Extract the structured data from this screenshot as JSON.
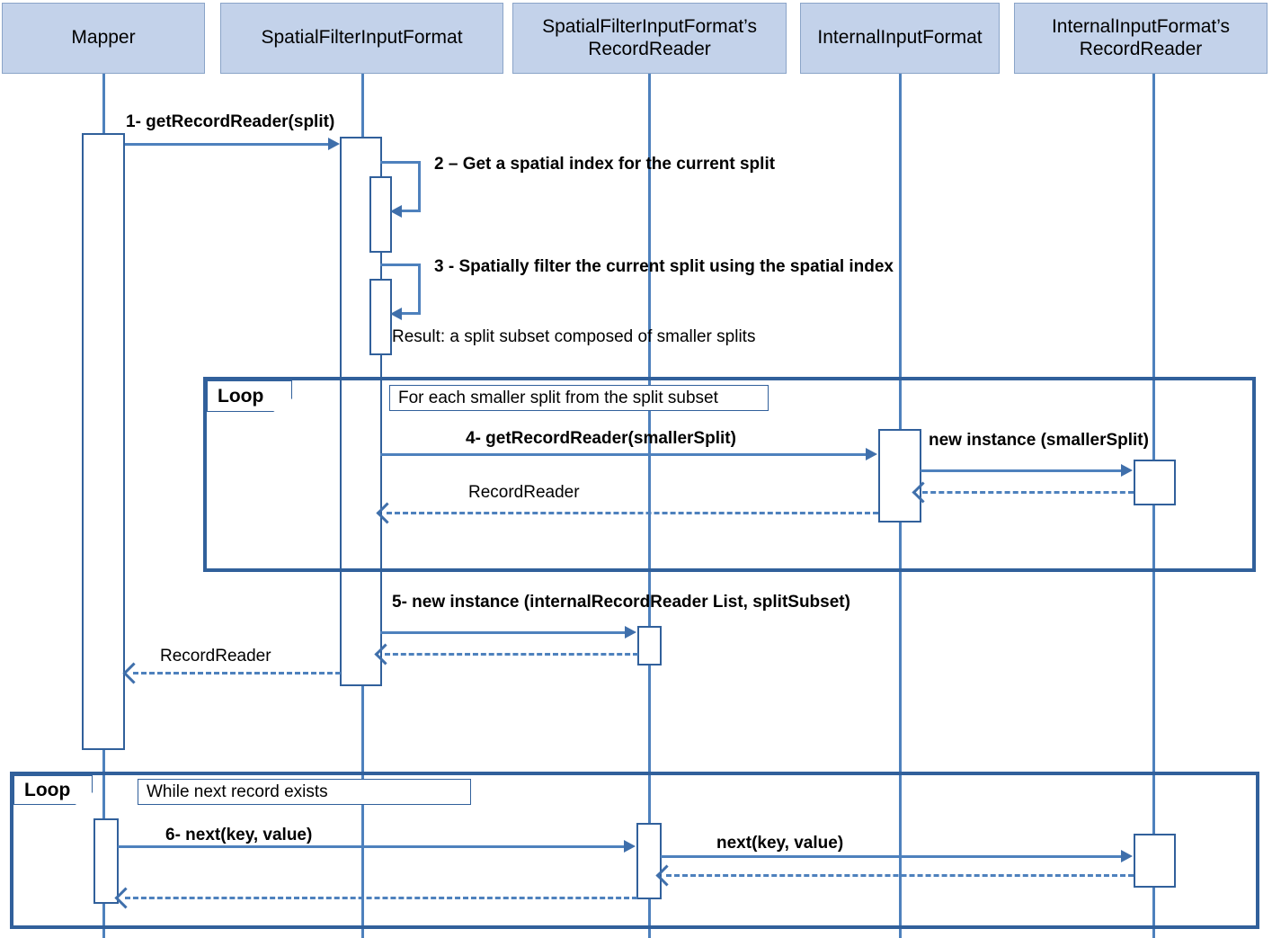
{
  "diagram": {
    "type": "uml-sequence-diagram",
    "title": "SpatialFilterInputFormat getRecordReader sequence",
    "colors": {
      "participant_fill": "#c3d2ea",
      "participant_border": "#8aa4c8",
      "line": "#4e81bd",
      "activation_border": "#31609b",
      "fragment_border": "#31609b",
      "text": "#000000"
    }
  },
  "participants": [
    {
      "id": "mapper",
      "label": "Mapper"
    },
    {
      "id": "spatial-filter-input-format",
      "label": "SpatialFilterInputFormat"
    },
    {
      "id": "spatial-filter-record-reader",
      "label": "SpatialFilterInputFormat’s RecordReader"
    },
    {
      "id": "internal-input-format",
      "label": "InternalInputFormat"
    },
    {
      "id": "internal-record-reader",
      "label": "InternalInputFormat’s RecordReader"
    }
  ],
  "messages": [
    {
      "id": "m1",
      "label": "1- getRecordReader(split)",
      "from": "mapper",
      "to": "spatial-filter-input-format",
      "kind": "call",
      "bold": true
    },
    {
      "id": "m2",
      "label": "2 – Get a spatial index for the current split",
      "from": "spatial-filter-input-format",
      "to": "spatial-filter-input-format",
      "kind": "self-call",
      "bold": true
    },
    {
      "id": "m3",
      "label": "3 - Spatially filter the current split using the spatial index",
      "from": "spatial-filter-input-format",
      "to": "spatial-filter-input-format",
      "kind": "self-call",
      "bold": true
    },
    {
      "id": "note-result",
      "label": "Result: a split subset composed of smaller splits",
      "kind": "note",
      "bold": false
    },
    {
      "id": "m4",
      "label": "4- getRecordReader(smallerSplit)",
      "from": "spatial-filter-input-format",
      "to": "internal-input-format",
      "kind": "call",
      "bold": true
    },
    {
      "id": "m4b",
      "label": "new instance (smallerSplit)",
      "from": "internal-input-format",
      "to": "internal-record-reader",
      "kind": "call",
      "bold": true
    },
    {
      "id": "m4r2",
      "label": "",
      "from": "internal-record-reader",
      "to": "internal-input-format",
      "kind": "return",
      "bold": false
    },
    {
      "id": "m4r",
      "label": "RecordReader",
      "from": "internal-input-format",
      "to": "spatial-filter-input-format",
      "kind": "return",
      "bold": false
    },
    {
      "id": "m5",
      "label": "5- new instance (internalRecordReader List, splitSubset)",
      "from": "spatial-filter-input-format",
      "to": "spatial-filter-record-reader",
      "kind": "call",
      "bold": true
    },
    {
      "id": "m5r",
      "label": "",
      "from": "spatial-filter-record-reader",
      "to": "spatial-filter-input-format",
      "kind": "return",
      "bold": false
    },
    {
      "id": "m1r",
      "label": "RecordReader",
      "from": "spatial-filter-input-format",
      "to": "mapper",
      "kind": "return",
      "bold": false
    },
    {
      "id": "m6",
      "label": "6- next(key, value)",
      "from": "mapper",
      "to": "spatial-filter-record-reader",
      "kind": "call",
      "bold": true
    },
    {
      "id": "m6b",
      "label": "next(key, value)",
      "from": "spatial-filter-record-reader",
      "to": "internal-record-reader",
      "kind": "call",
      "bold": true
    },
    {
      "id": "m6br",
      "label": "",
      "from": "internal-record-reader",
      "to": "spatial-filter-record-reader",
      "kind": "return",
      "bold": false
    },
    {
      "id": "m6r",
      "label": "",
      "from": "spatial-filter-record-reader",
      "to": "mapper",
      "kind": "return",
      "bold": false
    }
  ],
  "fragments": [
    {
      "id": "loop-1",
      "operator": "Loop",
      "condition": "For each smaller split from the split subset"
    },
    {
      "id": "loop-2",
      "operator": "Loop",
      "condition": "While next record exists"
    }
  ]
}
